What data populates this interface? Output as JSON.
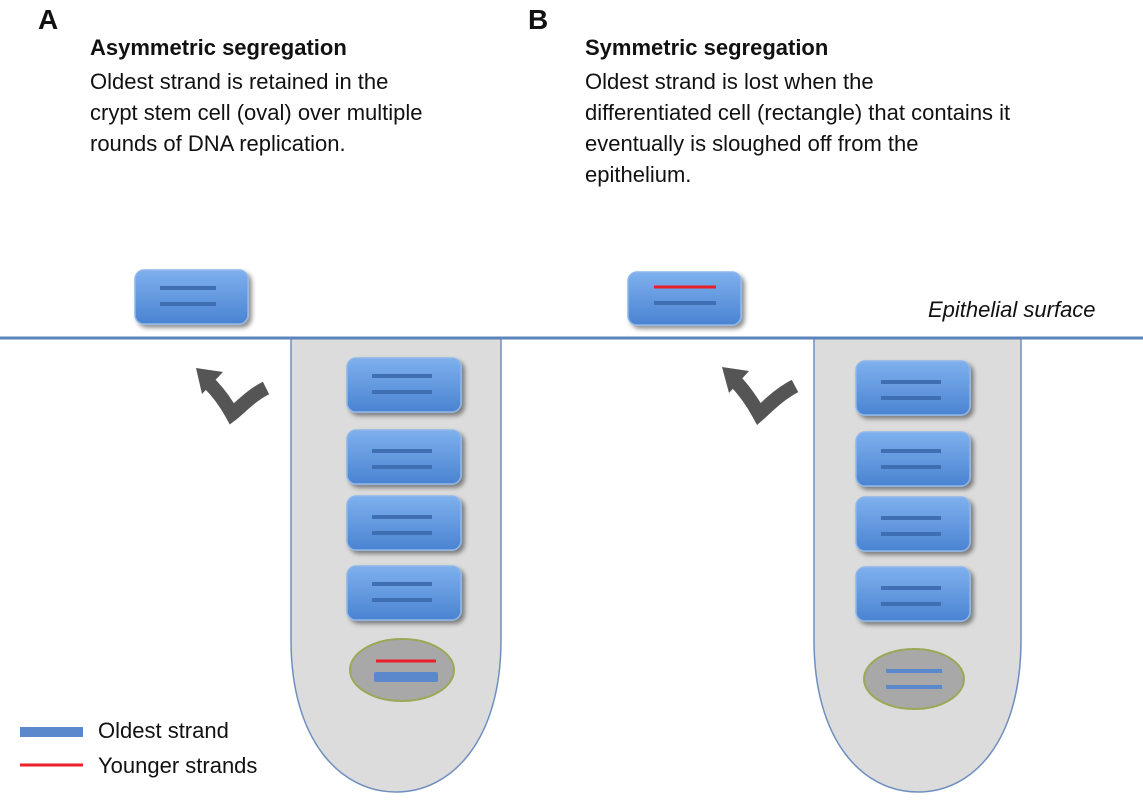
{
  "panel_a": {
    "letter": "A",
    "heading": "Asymmetric segregation",
    "lines": [
      "Oldest strand is retained in the",
      "crypt stem cell (oval) over multiple",
      "rounds of DNA replication."
    ]
  },
  "panel_b": {
    "letter": "B",
    "heading": "Symmetric segregation",
    "lines": [
      "Oldest strand is lost when the",
      "differentiated cell (rectangle) that contains it",
      "eventually is sloughed off from the",
      "epithelium."
    ]
  },
  "surface_label": "Epithelial surface",
  "legend": {
    "oldest": "Oldest strand",
    "younger": "Younger strands"
  },
  "colors": {
    "cell_fill": "#5b93dc",
    "strand_oldest": "#3f6fb2",
    "strand_younger": "#e8202a",
    "crypt_fill": "#dcdcdc",
    "surface_line": "#5b84bb",
    "arrow": "#555555",
    "stem_fill": "#a8a8a8",
    "stem_border": "#9aa957"
  }
}
